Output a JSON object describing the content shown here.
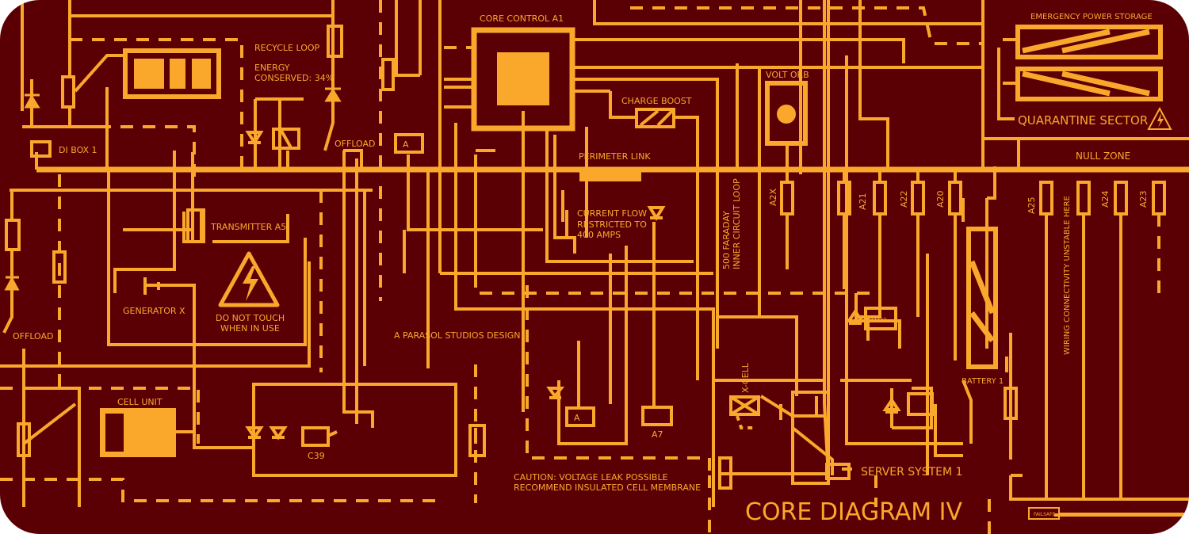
{
  "title": "CORE DIAGRAM IV",
  "colors": {
    "background": "#5a0005",
    "wire": "#f9a82c"
  },
  "labels": {
    "core_control": "CORE CONTROL A1",
    "recycle_loop": "RECYCLE LOOP",
    "energy_line1": "ENERGY",
    "energy_line2": "CONSERVED: 34%",
    "di_box": "DI BOX 1",
    "offload_top": "OFFLOAD",
    "offload_left": "OFFLOAD",
    "ammeter_top": "A",
    "ammeter_bottom": "A",
    "transmitter": "TRANSMITTER A5",
    "generator": "GENERATOR X",
    "warning_line1": "DO NOT TOUCH",
    "warning_line2": "WHEN IN USE",
    "credit": "A PARASOL STUDIOS DESIGN",
    "cell_unit": "CELL UNIT",
    "c39": "C39",
    "caution_line1": "CAUTION: VOLTAGE LEAK POSSIBLE",
    "caution_line2": "RECOMMEND INSULATED CELL MEMBRANE",
    "perimeter_link": "PERIMETER LINK",
    "charge_boost": "CHARGE BOOST",
    "current_line1": "CURRENT FLOW",
    "current_line2": "RESTRICTED TO",
    "current_line3": "400 AMPS",
    "a7": "A7",
    "faraday_line1": "500 FARADAY",
    "faraday_line2": "INNER CIRCUIT LOOP",
    "volt_orb": "VOLT ORB",
    "x_cell": "X-CELL",
    "unknown": "?????",
    "server": "SERVER SYSTEM 1",
    "emergency": "EMERGENCY POWER STORAGE",
    "quarantine": "QUARANTINE SECTOR",
    "null_zone": "NULL ZONE",
    "battery": "BATTERY 1",
    "wiring": "WIRING CONNECTIVITY UNSTABLE HERE",
    "failsafe": "FAILSAFE",
    "fuses": [
      "A2X",
      "A21",
      "A22",
      "A20",
      "A25",
      "A24",
      "A23"
    ]
  }
}
